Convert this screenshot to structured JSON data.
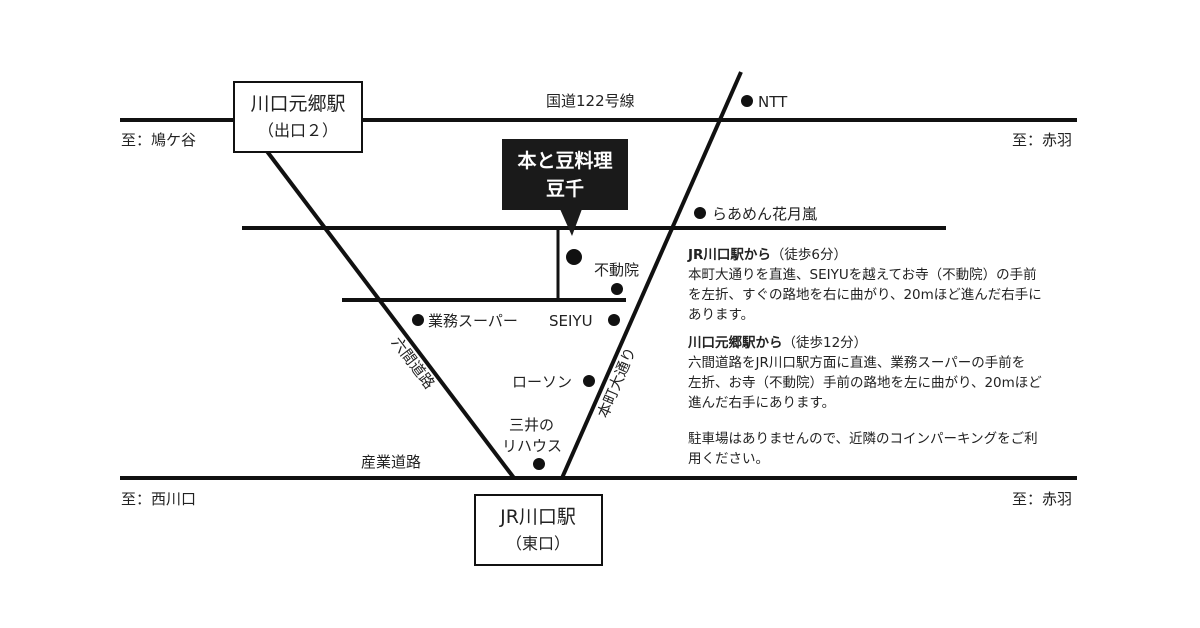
{
  "stations": {
    "motogo": {
      "name": "川口元郷駅",
      "exit": "（出口２）"
    },
    "kawaguchi": {
      "name": "JR川口駅",
      "exit": "（東口）"
    }
  },
  "shop": {
    "line1": "本と豆料理",
    "line2": "豆千"
  },
  "roads": {
    "route122": "国道122号線",
    "to_hatogaya": "至：鳩ケ谷",
    "to_akabane_top": "至：赤羽",
    "to_nishikawaguchi": "至：西川口",
    "to_akabane_bottom": "至：赤羽",
    "sangyo": "産業道路",
    "rokken": "六間道路",
    "honcho": "本町大通り"
  },
  "landmarks": {
    "ntt": "NTT",
    "ramen": "らあめん花月嵐",
    "fudoin": "不動院",
    "gyomu": "業務スーパー",
    "seiyu": "SEIYU",
    "lawson": "ローソン",
    "mitsui_1": "三井の",
    "mitsui_2": "リハウス"
  },
  "directions": {
    "jr_heading": "JR川口駅から",
    "jr_time": "（徒歩6分）",
    "jr_lines": [
      "本町大通りを直進、SEIYUを越えてお寺（不動院）の手前",
      "を左折、すぐの路地を右に曲がり、20mほど進んだ右手に",
      "あります。"
    ],
    "motogo_heading": "川口元郷駅から",
    "motogo_time": "（徒歩12分）",
    "motogo_lines": [
      "六間道路をJR川口駅方面に直進、業務スーパーの手前を",
      "左折、お寺（不動院）手前の路地を左に曲がり、20mほど",
      "進んだ右手にあります。"
    ],
    "parking_lines": [
      "駐車場はありませんので、近隣のコインパーキングをご利",
      "用ください。"
    ]
  }
}
